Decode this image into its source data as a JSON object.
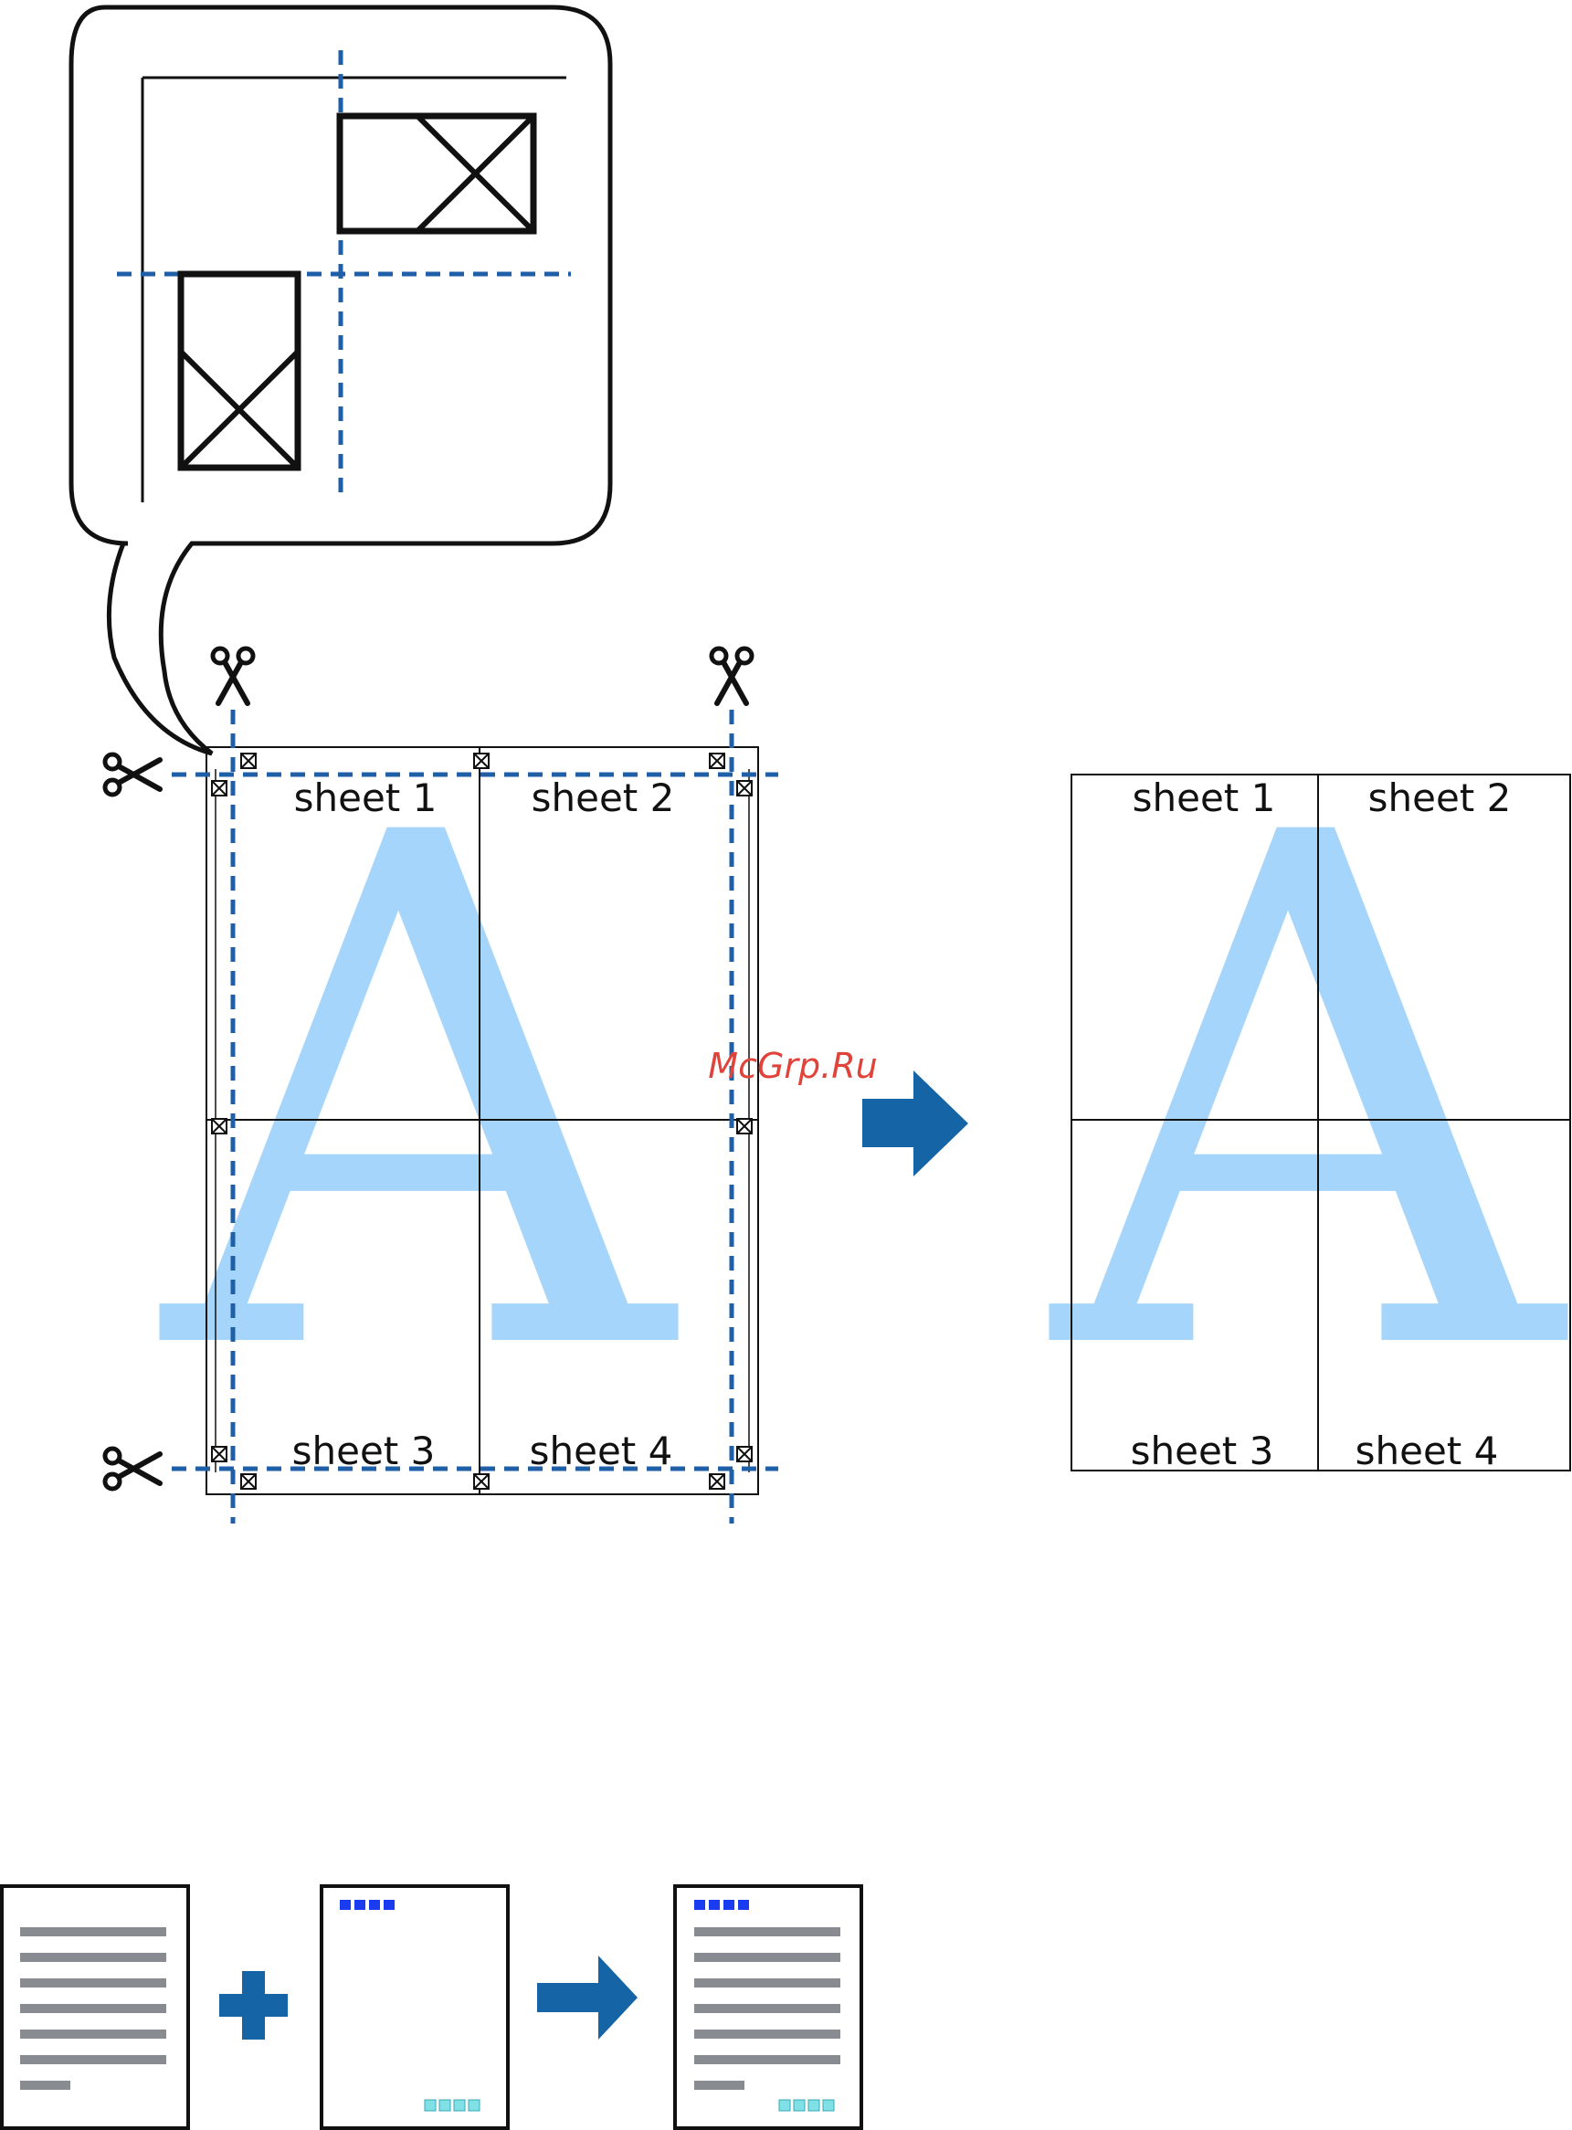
{
  "colors": {
    "cut_line": "#1f5fa8",
    "arrow": "#1565a6",
    "watermark_letter": "#a6d5fb",
    "watermark_text": "#e0433a",
    "header_marks": "#1a3cf0",
    "footer_marks": "#7fe0e6",
    "text_lines": "#888c91"
  },
  "left_layout": {
    "sheet_labels": [
      "sheet 1",
      "sheet 2",
      "sheet 3",
      "sheet 4"
    ],
    "letter": "A"
  },
  "right_layout": {
    "sheet_labels": [
      "sheet 1",
      "sheet 2",
      "sheet 3",
      "sheet 4"
    ],
    "letter": "A"
  },
  "watermark": "McGrp.Ru",
  "icons": [
    "scissors-icon",
    "arrow-right-icon",
    "plus-icon",
    "document-icon",
    "overlay-page-icon",
    "result-page-icon"
  ]
}
